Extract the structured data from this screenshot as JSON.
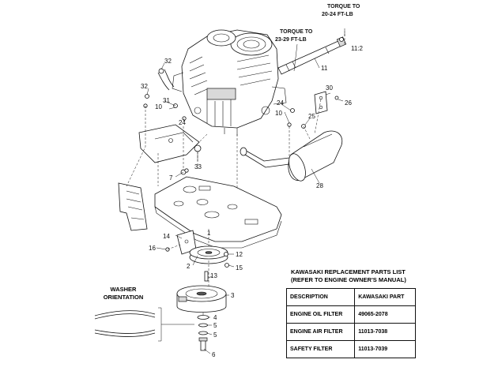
{
  "annotations": {
    "torque_top_line1": "TORQUE TO",
    "torque_top_line2": "20-24 FT-LB",
    "torque_mid_line1": "TORQUE TO",
    "torque_mid_line2": "23-29 FT-LB"
  },
  "callouts": {
    "c1": "1",
    "c2": "2",
    "c3": "3",
    "c4": "4",
    "c5a": "5",
    "c5b": "5",
    "c6": "6",
    "c7": "7",
    "c10a": "10",
    "c10b": "10",
    "c11": "11",
    "c11_2": "11:2",
    "c12": "12",
    "c13": "13",
    "c14": "14",
    "c15": "15",
    "c16": "16",
    "c24a": "24",
    "c24b": "24",
    "c25": "25",
    "c26": "26",
    "c28": "28",
    "c30": "30",
    "c31": "31",
    "c32a": "32",
    "c32b": "32",
    "c33": "33"
  },
  "washer": {
    "line1": "WASHER",
    "line2": "ORIENTATION"
  },
  "parts_list": {
    "title_line1": "KAWASAKI REPLACEMENT PARTS LIST",
    "title_line2": "(REFER TO ENGINE OWNER'S MANUAL)",
    "header": {
      "description": "DESCRIPTION",
      "part": "KAWASAKI PART"
    },
    "rows": [
      {
        "description": "ENGINE OIL FILTER",
        "part": "49065-2078"
      },
      {
        "description": "ENGINE AIR FILTER",
        "part": "11013-7038"
      },
      {
        "description": "SAFETY FILTER",
        "part": "11013-7039"
      }
    ]
  }
}
